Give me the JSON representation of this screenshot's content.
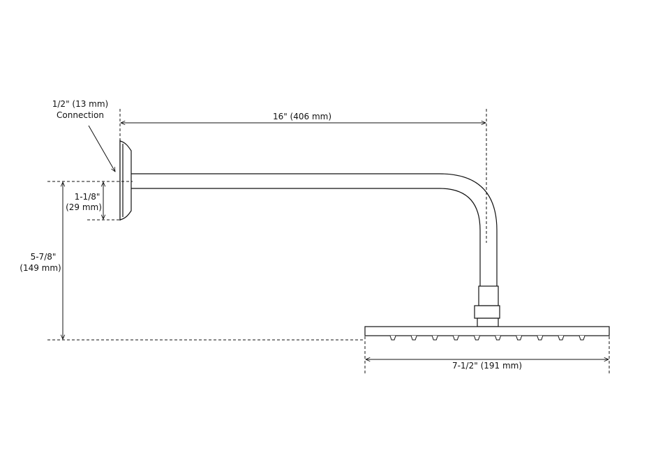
{
  "dimensions": {
    "connection": {
      "line1": "1/2\" (13 mm)",
      "line2": "Connection"
    },
    "arm_length": "16\" (406 mm)",
    "flange_height": {
      "line1": "1-1/8\"",
      "line2": "(29 mm)"
    },
    "drop_height": {
      "line1": "5-7/8\"",
      "line2": "(149 mm)"
    },
    "head_width": "7-1/2\" (191 mm)"
  },
  "nozzle_count": 10,
  "colors": {
    "line": "#111111",
    "background": "#ffffff"
  }
}
